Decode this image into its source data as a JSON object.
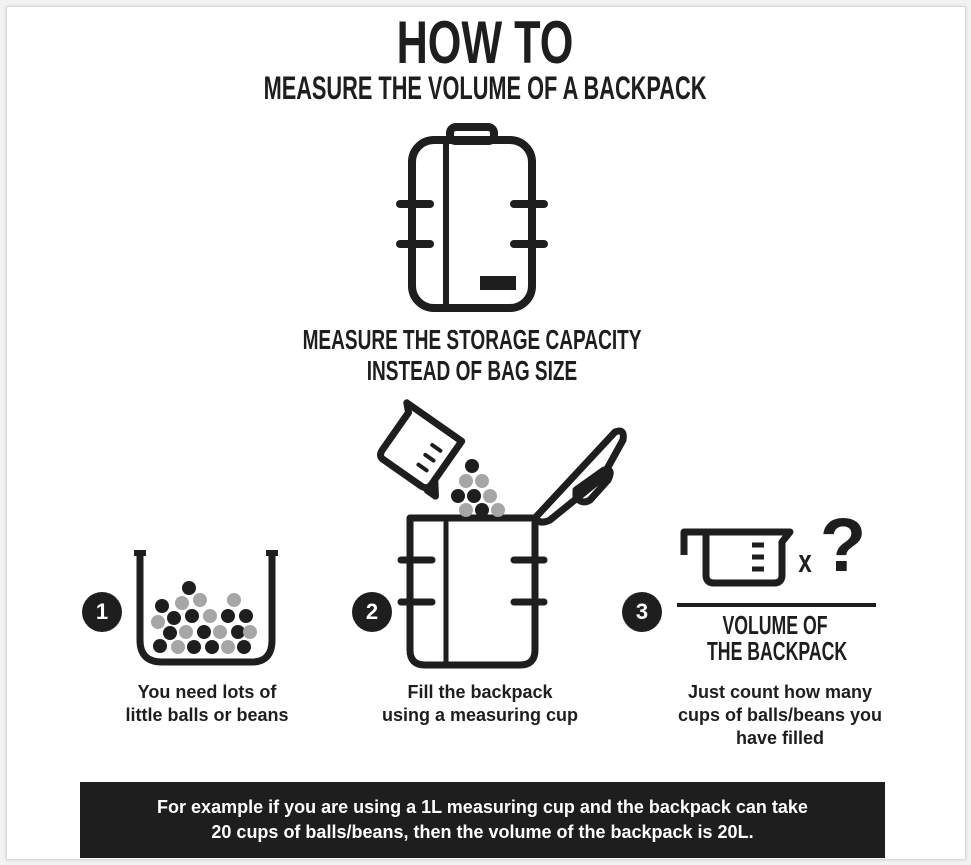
{
  "header": {
    "title": "HOW TO",
    "subtitle": "MEASURE THE VOLUME OF A BACKPACK"
  },
  "intro": {
    "line1": "MEASURE THE STORAGE CAPACITY",
    "line2": "INSTEAD OF BAG SIZE"
  },
  "steps": [
    {
      "number": "1",
      "line1": "You need lots of",
      "line2": "little balls or beans"
    },
    {
      "number": "2",
      "line1": "Fill the backpack",
      "line2": "using a measuring cup"
    },
    {
      "number": "3",
      "line1": "Just count how many",
      "line2": "cups of balls/beans you",
      "line3": "have filled"
    }
  ],
  "formula": {
    "times": "x",
    "unknown": "?",
    "result_line1": "VOLUME OF",
    "result_line2": "THE BACKPACK"
  },
  "example": {
    "line1": "For example if you are using a 1L measuring cup and the backpack can take",
    "line2": "20 cups of balls/beans, then the volume of the backpack is 20L."
  },
  "colors": {
    "ink": "#1e1e1e",
    "ball_gray": "#a6a6a6"
  }
}
